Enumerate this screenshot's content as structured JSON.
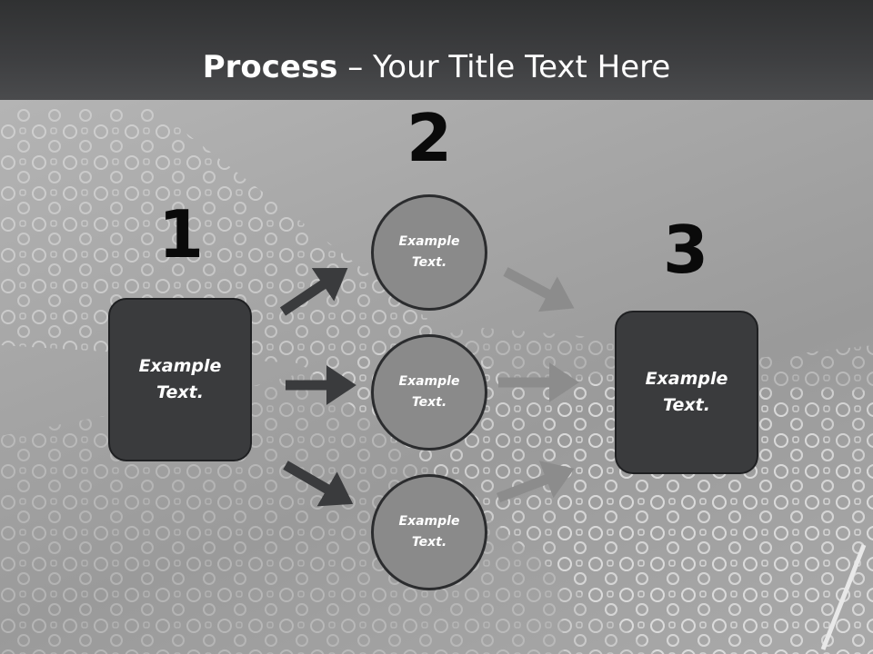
{
  "title": {
    "strong": "Process",
    "rest": " – Your Title Text Here"
  },
  "steps": [
    {
      "number": "1",
      "label": "Example Text."
    },
    {
      "number": "2",
      "nodes": [
        {
          "label": "Example Text."
        },
        {
          "label": "Example Text."
        },
        {
          "label": "Example Text."
        }
      ]
    },
    {
      "number": "3",
      "label": "Example Text."
    }
  ],
  "colors": {
    "header": "#3a3b3d",
    "box": "#3a3b3d",
    "circle": "#8a8a8a",
    "arrow_dark": "#3a3b3d",
    "arrow_light": "#8c8c8c"
  }
}
